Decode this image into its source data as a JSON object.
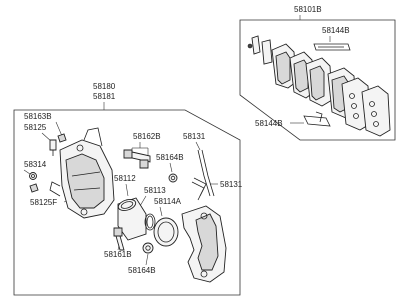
{
  "labels": {
    "brake_pad_kit": "58101B",
    "pad_clip_upper": "58144B",
    "pad_clip_lower": "58144B",
    "caliper_assy_a": "58180",
    "caliper_assy_b": "58181",
    "bleeder_cap": "58163B",
    "bleeder_screw": "58125",
    "guide_rod_bolt": "58162B",
    "anti_rattle_spring_a": "58131",
    "anti_rattle_spring_b": "58131",
    "boot_upper": "58164B",
    "hose_washer": "58314",
    "piston": "58112",
    "piston_seal": "58113",
    "piston_boot": "58114A",
    "bleeder_assy": "58125F",
    "guide_rod_lower": "58161B",
    "boot_lower": "58164B"
  }
}
